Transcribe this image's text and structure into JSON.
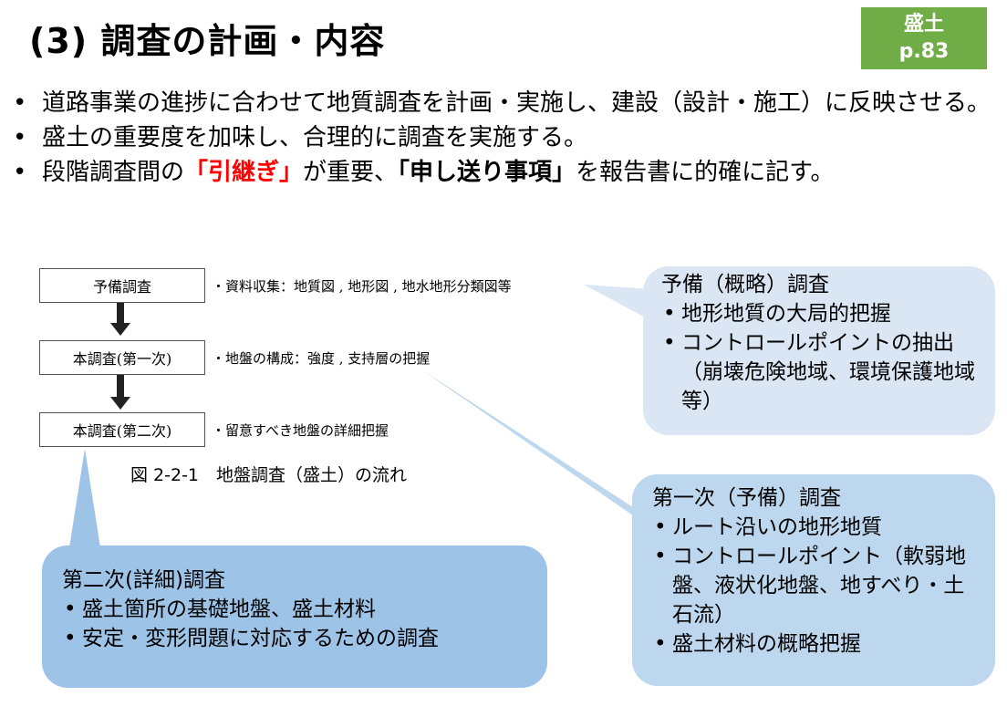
{
  "header": {
    "title": "(3) 調査の計画・内容",
    "badge": {
      "line1": "盛土",
      "line2": "p.83",
      "color": "#70ad47"
    }
  },
  "bullets": [
    {
      "text": "道路事業の進捗に合わせて地質調査を計画・実施し、建設（設計・施工）に反映させる。"
    },
    {
      "text": "盛土の重要度を加味し、合理的に調査を実施する。"
    },
    {
      "pre": "段階調査間の",
      "highlight_red": "「引継ぎ」",
      "mid": "が重要、",
      "highlight_bold": "「申し送り事項」",
      "post": "を報告書に的確に記す。"
    }
  ],
  "flowchart": {
    "steps": [
      {
        "label": "予備調査",
        "note": "・資料収集：地質図 , 地形図 , 地水地形分類図等"
      },
      {
        "label": "本調査(第一次)",
        "note": "・地盤の構成：強度 , 支持層の把握"
      },
      {
        "label": "本調査(第二次)",
        "note": "・留意すべき地盤の詳細把握"
      }
    ],
    "caption": "図 2-2-1　地盤調査（盛土）の流れ"
  },
  "callouts": [
    {
      "title": "予備（概略）調査",
      "items": [
        "地形地質の大局的把握",
        "コントロールポイントの抽出（崩壊危険地域、環境保護地域等）"
      ],
      "color": "#dae6f3"
    },
    {
      "title": "第一次（予備）調査",
      "items": [
        "ルート沿いの地形地質",
        "コントロールポイント（軟弱地盤、液状化地盤、地すべり・土石流）",
        "盛土材料の概略把握"
      ],
      "color": "#bdd7ee"
    },
    {
      "title": "第二次(詳細)調査",
      "items": [
        "盛土箇所の基礎地盤、盛土材料",
        "安定・変形問題に対応するための調査"
      ],
      "color": "#9dc3e6"
    }
  ]
}
